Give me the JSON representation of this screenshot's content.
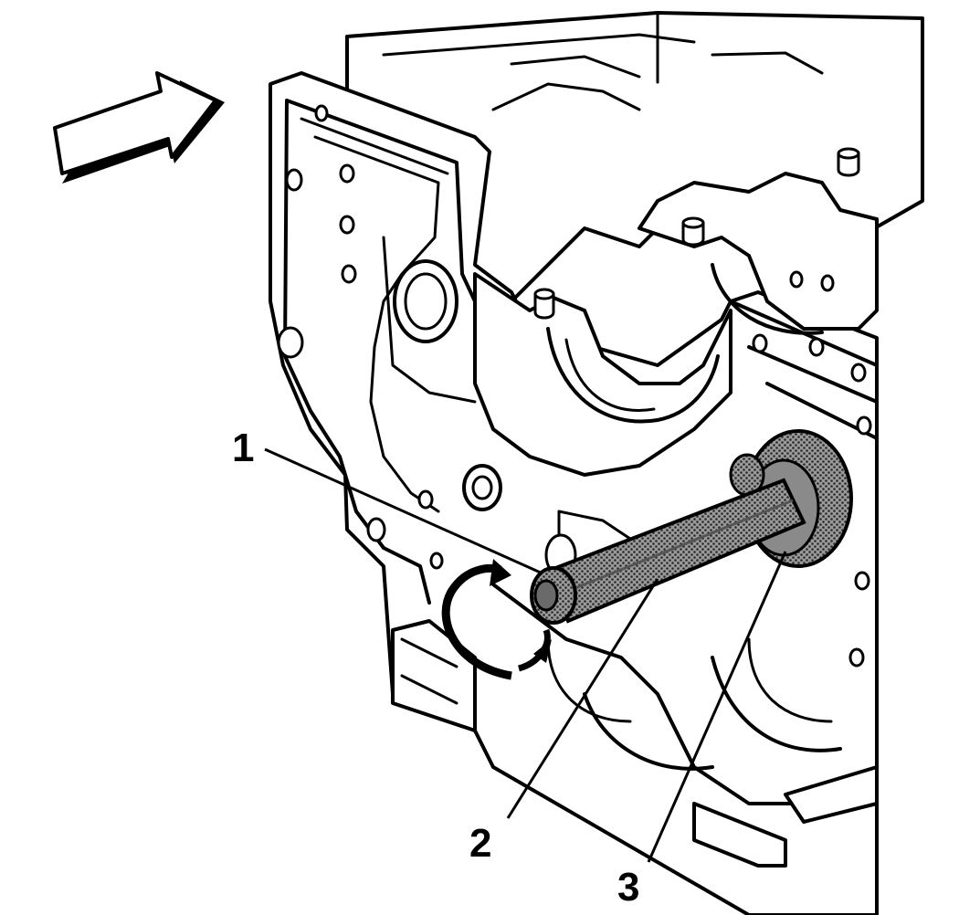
{
  "figure": {
    "callouts": [
      {
        "id": "1",
        "label": "1"
      },
      {
        "id": "2",
        "label": "2"
      },
      {
        "id": "3",
        "label": "3"
      }
    ],
    "colors": {
      "line": "#000000",
      "background": "#ffffff",
      "tool_shading": "#8a8a8a"
    },
    "icons": [
      "direction-arrow-icon",
      "rotation-arrow-icon"
    ]
  }
}
